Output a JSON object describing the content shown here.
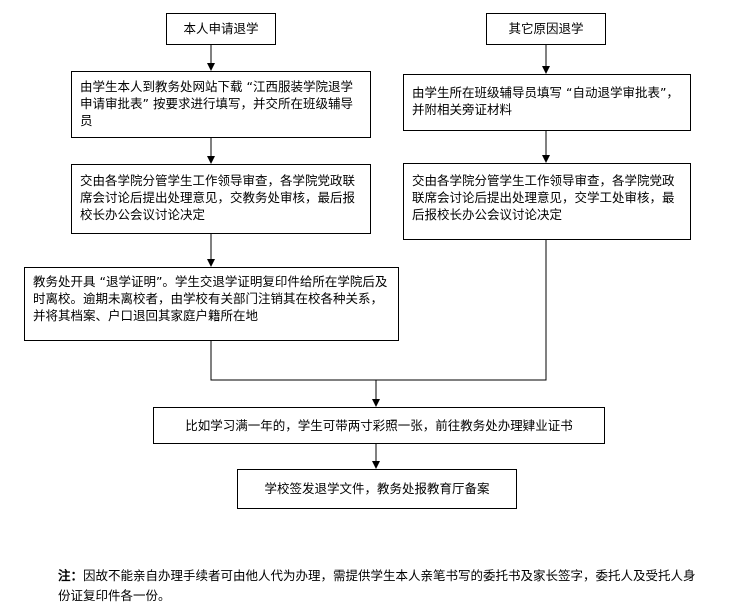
{
  "left_branch": {
    "start": "本人申请退学",
    "step1": "由学生本人到教务处网站下载 “江西服装学院退学申请审批表” 按要求进行填写，并交所在班级辅导员",
    "step2": "交由各学院分管学生工作领导审查，各学院党政联席会讨论后提出处理意见，交教务处审核，最后报校长办公会议讨论决定",
    "step3": "教务处开具 “退学证明”。学生交退学证明复印件给所在学院后及时离校。逾期未离校者，由学校有关部门注销其在校各种关系，并将其档案、户口退回其家庭户籍所在地"
  },
  "right_branch": {
    "start": "其它原因退学",
    "step1": "由学生所在班级辅导员填写 “自动退学审批表”，并附相关旁证材料",
    "step2": "交由各学院分管学生工作领导审查，各学院党政联席会讨论后提出处理意见，交学工处审核，最后报校长办公会议讨论决定"
  },
  "merge": {
    "step1": "比如学习满一年的，学生可带两寸彩照一张，前往教务处办理肄业证书",
    "step2": "学校签发退学文件，教务处报教育厅备案"
  },
  "note": {
    "label": "注：",
    "text": "因故不能亲自办理手续者可由他人代为办理，需提供学生本人亲笔书写的委托书及家长签字，委托人及受托人身份证复印件各一份。"
  }
}
